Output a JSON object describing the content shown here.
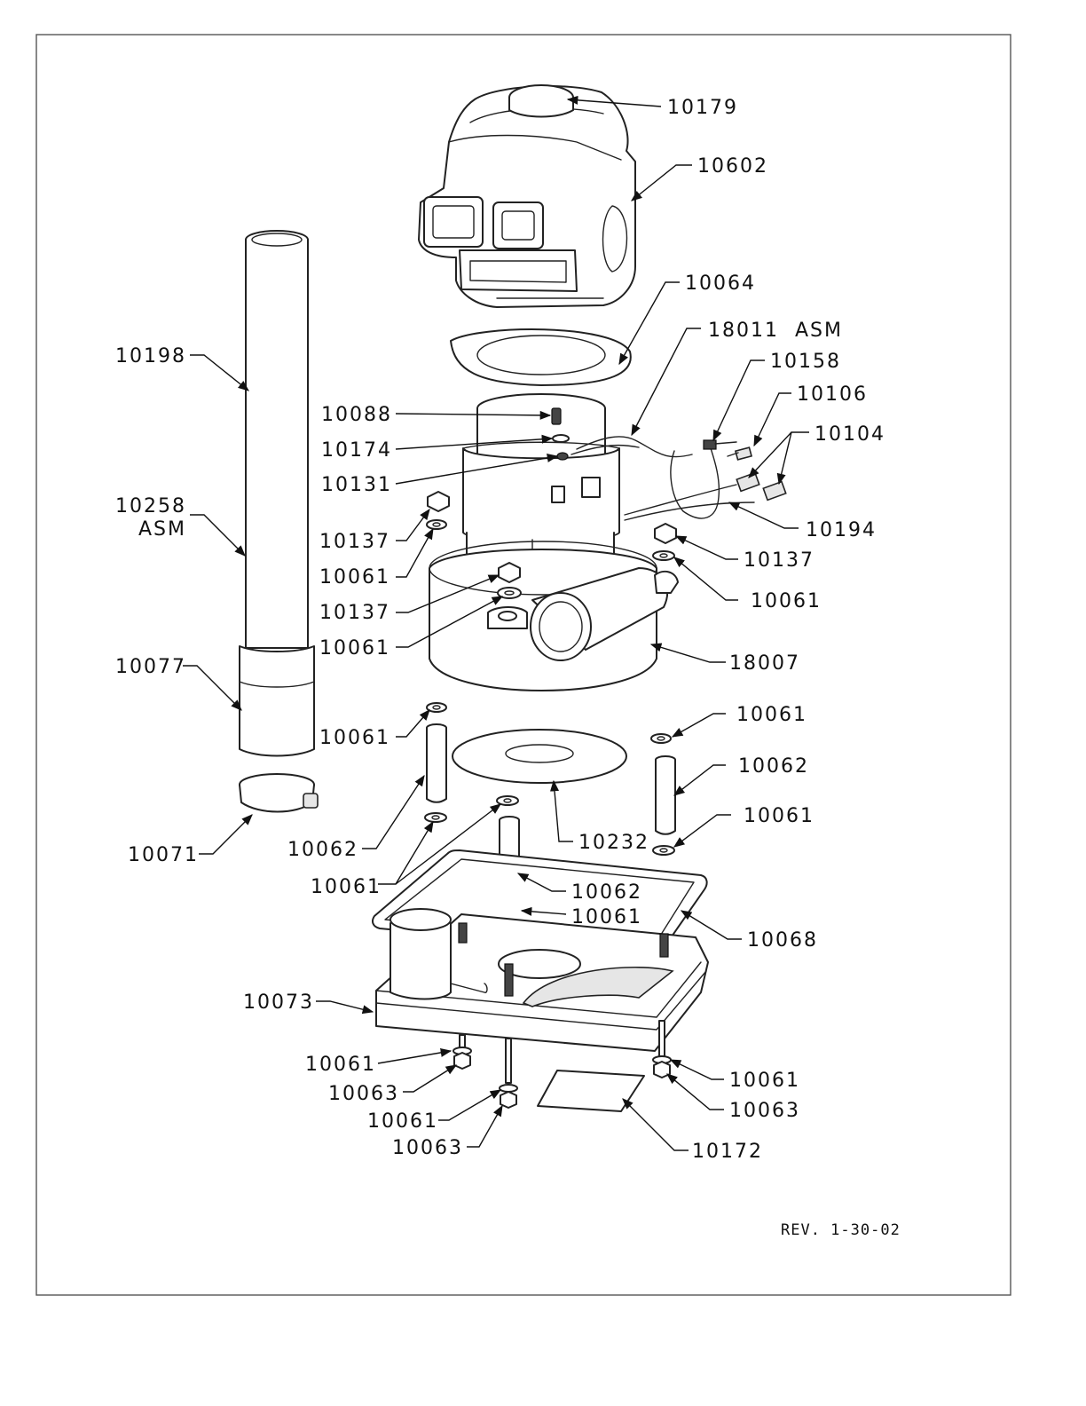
{
  "callouts": {
    "p10179": "10179",
    "p10602": "10602",
    "p10064": "10064",
    "p18011": "18011  ASM",
    "p10158": "10158",
    "p10106": "10106",
    "p10104": "10104",
    "p10194": "10194",
    "p10198": "10198",
    "p10088": "10088",
    "p10174": "10174",
    "p10131": "10131",
    "p10258a": "10258",
    "p10258b": "ASM",
    "p10137_l": "10137",
    "p10061_l1": "10061",
    "p10137_l2": "10137",
    "p10061_l2": "10061",
    "p10137_r": "10137",
    "p10061_r": "10061",
    "p18007": "18007",
    "p10077": "10077",
    "p10061_m1": "10061",
    "p10061_r2": "10061",
    "p10062_r": "10062",
    "p10061_r3": "10061",
    "p10071": "10071",
    "p10062_l": "10062",
    "p10232": "10232",
    "p10061_m2": "10061",
    "p10062_m": "10062",
    "p10061_m3": "10061",
    "p10068": "10068",
    "p10073": "10073",
    "p10061_b1": "10061",
    "p10063_b1": "10063",
    "p10061_b2": "10061",
    "p10063_b2": "10063",
    "p10061_b3": "10061",
    "p10063_b3": "10063",
    "p10172": "10172"
  },
  "revision": "REV. 1-30-02"
}
